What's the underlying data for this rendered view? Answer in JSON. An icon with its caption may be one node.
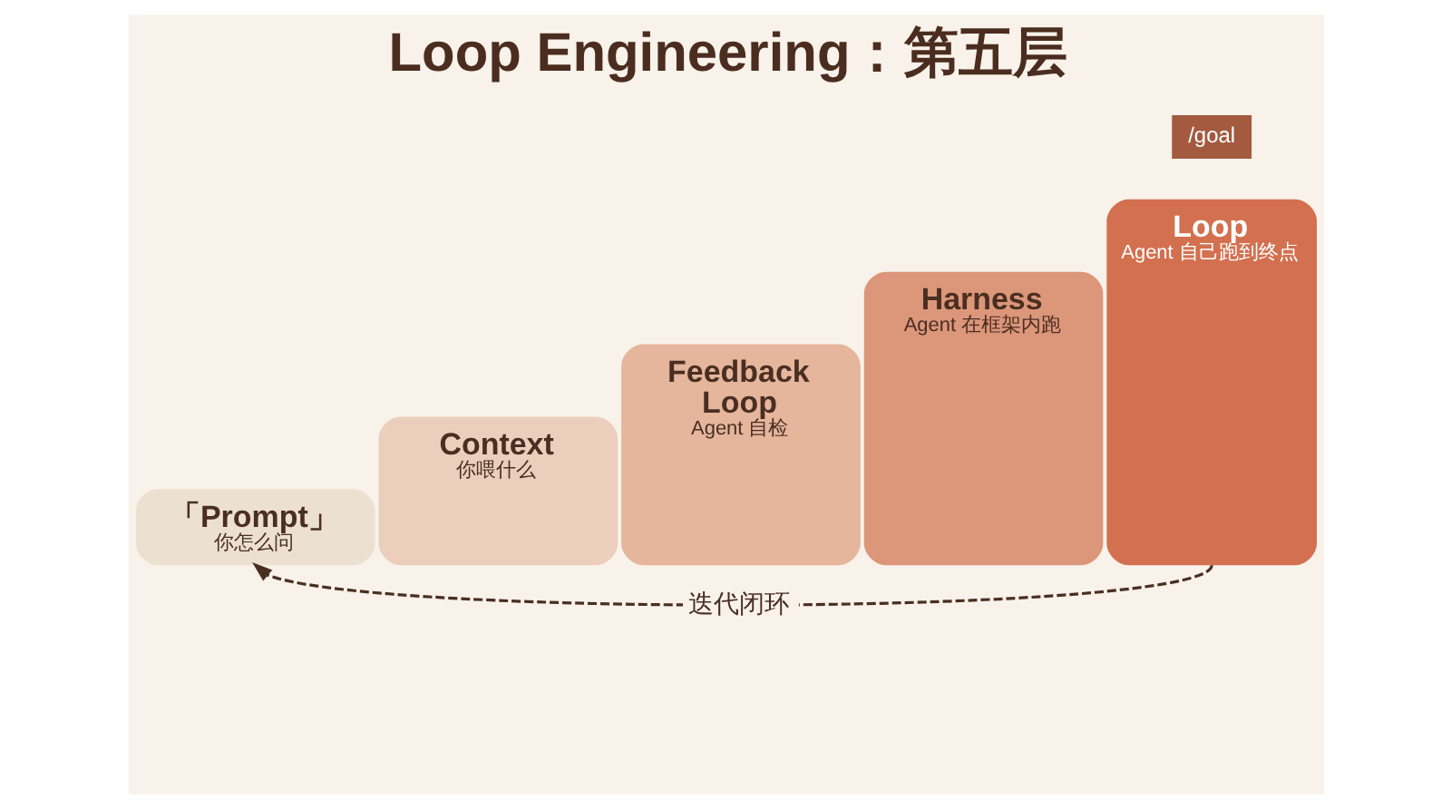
{
  "diagram": {
    "title": "Loop Engineering：第五层",
    "nodes": [
      {
        "text": [
          "「Prompt」",
          "你怎么问"
        ]
      },
      {
        "text": [
          "Context",
          "你喂什么"
        ]
      },
      {
        "text": [
          "Feedback Loop",
          "Agent 自检"
        ]
      },
      {
        "text": [
          "Harness",
          "Agent 在框架内跑"
        ]
      },
      {
        "text": [
          "Loop",
          "Agent 自己跑到终点"
        ]
      },
      {
        "text": [
          "/goal"
        ]
      }
    ],
    "edges": [
      {
        "from": 4,
        "to": 0,
        "arrow": "to",
        "style": "dashed",
        "label": "迭代闭环"
      }
    ]
  }
}
